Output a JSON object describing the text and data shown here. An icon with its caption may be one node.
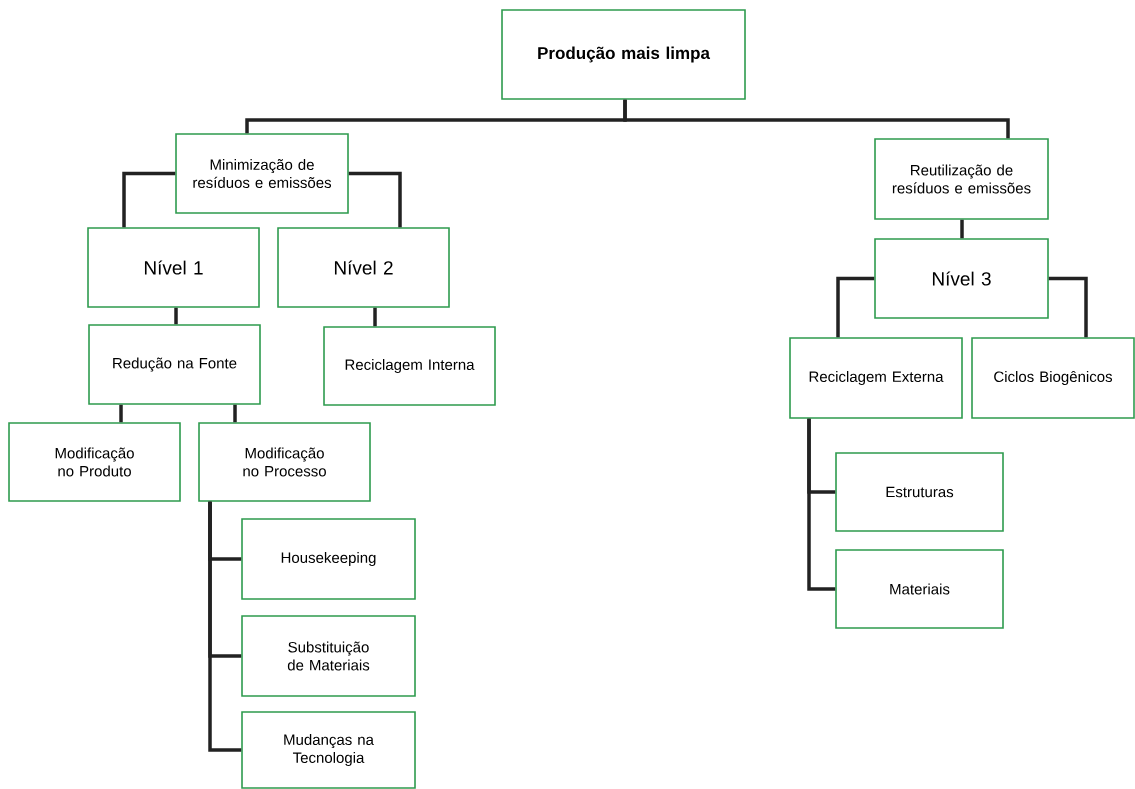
{
  "diagram": {
    "nodes": [
      {
        "text": [
          "Produção mais limpa"
        ]
      },
      {
        "text": [
          "Minimização de resíduos e emissões"
        ]
      },
      {
        "text": [
          "Reutilização de resíduos e emissões"
        ]
      },
      {
        "text": [
          "Nível 1"
        ]
      },
      {
        "text": [
          "Nível 2"
        ]
      },
      {
        "text": [
          "Redução na Fonte"
        ]
      },
      {
        "text": [
          "Reciclagem Interna"
        ]
      },
      {
        "text": [
          "Modificação no Produto"
        ]
      },
      {
        "text": [
          "Modificação no Processo"
        ]
      },
      {
        "text": [
          "Housekeeping"
        ]
      },
      {
        "text": [
          "Substituição de Materiais"
        ]
      },
      {
        "text": [
          "Mudanças na Tecnologia"
        ]
      },
      {
        "text": [
          "Nível 3"
        ]
      },
      {
        "text": [
          "Reciclagem Externa"
        ]
      },
      {
        "text": [
          "Ciclos Biogênicos"
        ]
      },
      {
        "text": [
          "Estruturas"
        ]
      },
      {
        "text": [
          "Materiais"
        ]
      }
    ],
    "edges": [
      {
        "from": 0,
        "to": 1,
        "arrow": "none"
      },
      {
        "from": 0,
        "to": 2,
        "arrow": "none"
      },
      {
        "from": 1,
        "to": 3,
        "arrow": "none"
      },
      {
        "from": 1,
        "to": 4,
        "arrow": "none"
      },
      {
        "from": 3,
        "to": 5,
        "arrow": "none"
      },
      {
        "from": 4,
        "to": 6,
        "arrow": "none"
      },
      {
        "from": 5,
        "to": 7,
        "arrow": "none"
      },
      {
        "from": 5,
        "to": 8,
        "arrow": "none"
      },
      {
        "from": 8,
        "to": 9,
        "arrow": "none"
      },
      {
        "from": 8,
        "to": 10,
        "arrow": "none"
      },
      {
        "from": 8,
        "to": 11,
        "arrow": "none"
      },
      {
        "from": 2,
        "to": 12,
        "arrow": "none"
      },
      {
        "from": 12,
        "to": 13,
        "arrow": "none"
      },
      {
        "from": 12,
        "to": 14,
        "arrow": "none"
      },
      {
        "from": 13,
        "to": 15,
        "arrow": "none"
      },
      {
        "from": 13,
        "to": 16,
        "arrow": "none"
      }
    ]
  }
}
